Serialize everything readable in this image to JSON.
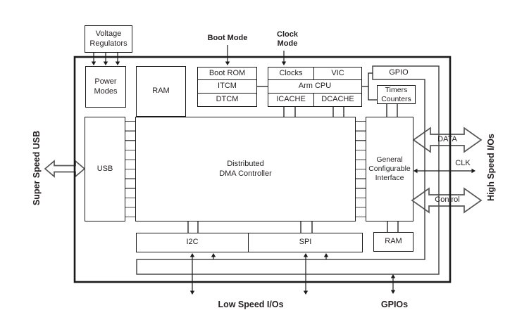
{
  "blocks": {
    "voltage_regulators": [
      "Voltage",
      "Regulators"
    ],
    "power_modes": [
      "Power",
      "Modes"
    ],
    "ram_top": "RAM",
    "boot_rom": "Boot ROM",
    "itcm": "ITCM",
    "dtcm": "DTCM",
    "clocks": "Clocks",
    "vic": "VIC",
    "arm_cpu": "Arm CPU",
    "icache": "ICACHE",
    "dcache": "DCACHE",
    "gpio": "GPIO",
    "timers_counters": [
      "Timers",
      "Counters"
    ],
    "usb": "USB",
    "dma": [
      "Distributed",
      "DMA Controller"
    ],
    "gci": [
      "General",
      "Configurable",
      "Interface"
    ],
    "i2c": "I2C",
    "spi": "SPI",
    "ram_bottom": "RAM"
  },
  "labels": {
    "boot_mode": "Boot Mode",
    "clock_mode": [
      "Clock",
      "Mode"
    ],
    "super_speed_usb": "Super Speed USB",
    "high_speed_ios": "High Speed I/Os",
    "low_speed_ios": "Low Speed I/Os",
    "gpios": "GPIOs"
  },
  "bus": {
    "data": "DATA",
    "clk": "CLK",
    "control": "Control"
  },
  "colors": {
    "line": "#1a1a1a",
    "pipe": "#4a4a4a",
    "arrow_outline": "#565656",
    "text": "#231f20",
    "background": "#ffffff"
  }
}
